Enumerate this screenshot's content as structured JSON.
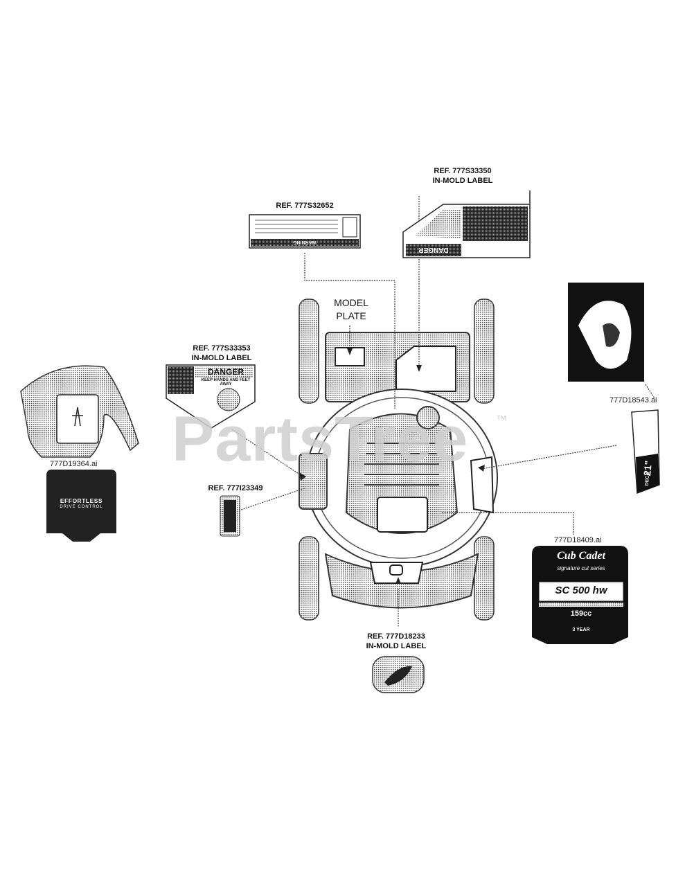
{
  "watermark": {
    "text": "PartsTree",
    "tm": "™"
  },
  "callouts": {
    "ref_32652": {
      "ref": "REF. 777S32652"
    },
    "ref_33350": {
      "ref": "REF. 777S33350",
      "note": "IN-MOLD LABEL"
    },
    "ref_33353": {
      "ref": "REF. 777S33353",
      "note": "IN-MOLD LABEL"
    },
    "ref_23349": {
      "ref": "REF. 777I23349"
    },
    "ref_18233": {
      "ref": "REF. 777D18233",
      "note": "IN-MOLD LABEL"
    },
    "model_plate": {
      "line1": "MODEL",
      "line2": "PLATE"
    },
    "file_19364": "777D19364.ai",
    "file_18543": "777D18543.ai",
    "file_18409": "777D18409.ai"
  },
  "decals": {
    "danger_left": {
      "title": "DANGER",
      "subtitle": "KEEP HANDS AND FEET AWAY"
    },
    "danger_top": {
      "title": "DANGER"
    },
    "warning": {
      "title": "WARNING"
    },
    "effortless": {
      "line1": "EFFORTLESS",
      "line2": "DRIVE CONTROL"
    },
    "cubcadet": {
      "brand": "Cub Cadet",
      "series": "signature cut series",
      "model": "SC 500 hw",
      "engine": "159cc",
      "warranty": "3 YEAR"
    },
    "deck": {
      "size": "21\"",
      "word": "DECK"
    }
  },
  "colors": {
    "ink": "#111111",
    "gray": "#9a9a9a",
    "watermark": "#cfcfcf"
  }
}
